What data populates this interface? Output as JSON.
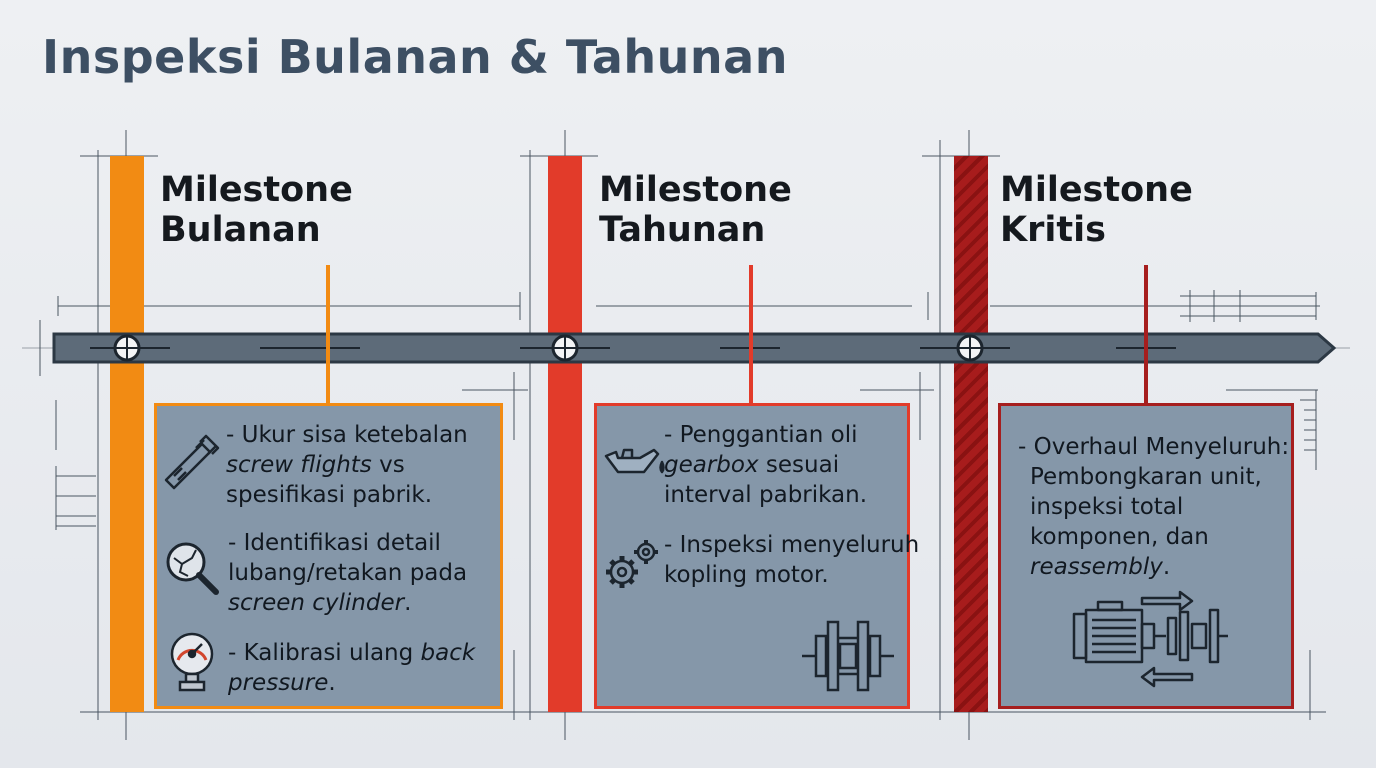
{
  "title": "Inspeksi Bulanan & Tahunan",
  "colors": {
    "background": "#e9ecf0",
    "title": "#3d4f63",
    "timeline": "#5d6b79",
    "card_fill": "#8597a9",
    "monthly": "#f28b13",
    "yearly": "#e23b2a",
    "critical": "#a61e1e"
  },
  "milestones": [
    {
      "label_line1": "Milestone",
      "label_line2": "Bulanan",
      "items": [
        {
          "icon": "caliper-icon",
          "l1": "- Ukur sisa ketebalan",
          "l2_italic": "screw flights",
          "l2_rest": " vs",
          "l3": "spesifikasi pabrik."
        },
        {
          "icon": "magnifier-crack-icon",
          "l1": "- Identifikasi detail",
          "l2": "lubang/retakan pada",
          "l3_italic": "screen cylinder",
          "l3_rest": "."
        },
        {
          "icon": "pressure-gauge-icon",
          "l1_pre": "- Kalibrasi ulang ",
          "l1_italic": "back",
          "l2_italic": "pressure",
          "l2_rest": "."
        }
      ]
    },
    {
      "label_line1": "Milestone",
      "label_line2": "Tahunan",
      "items": [
        {
          "icon": "oil-can-icon",
          "l1": "- Penggantian oli",
          "l2_italic": "gearbox",
          "l2_rest": " sesuai",
          "l3": "interval pabrikan."
        },
        {
          "icon": "gears-icon",
          "l1": "- Inspeksi menyeluruh",
          "l2": "kopling motor."
        }
      ],
      "extra_icon": "coupling-icon"
    },
    {
      "label_line1": "Milestone",
      "label_line2": "Kritis",
      "items": [
        {
          "l1": "- Overhaul Menyeluruh:",
          "l2": "Pembongkaran unit,",
          "l3": "inspeksi total",
          "l4": "komponen, dan",
          "l5_italic": "reassembly",
          "l5_rest": "."
        }
      ],
      "extra_icon": "motor-disassembly-icon"
    }
  ]
}
